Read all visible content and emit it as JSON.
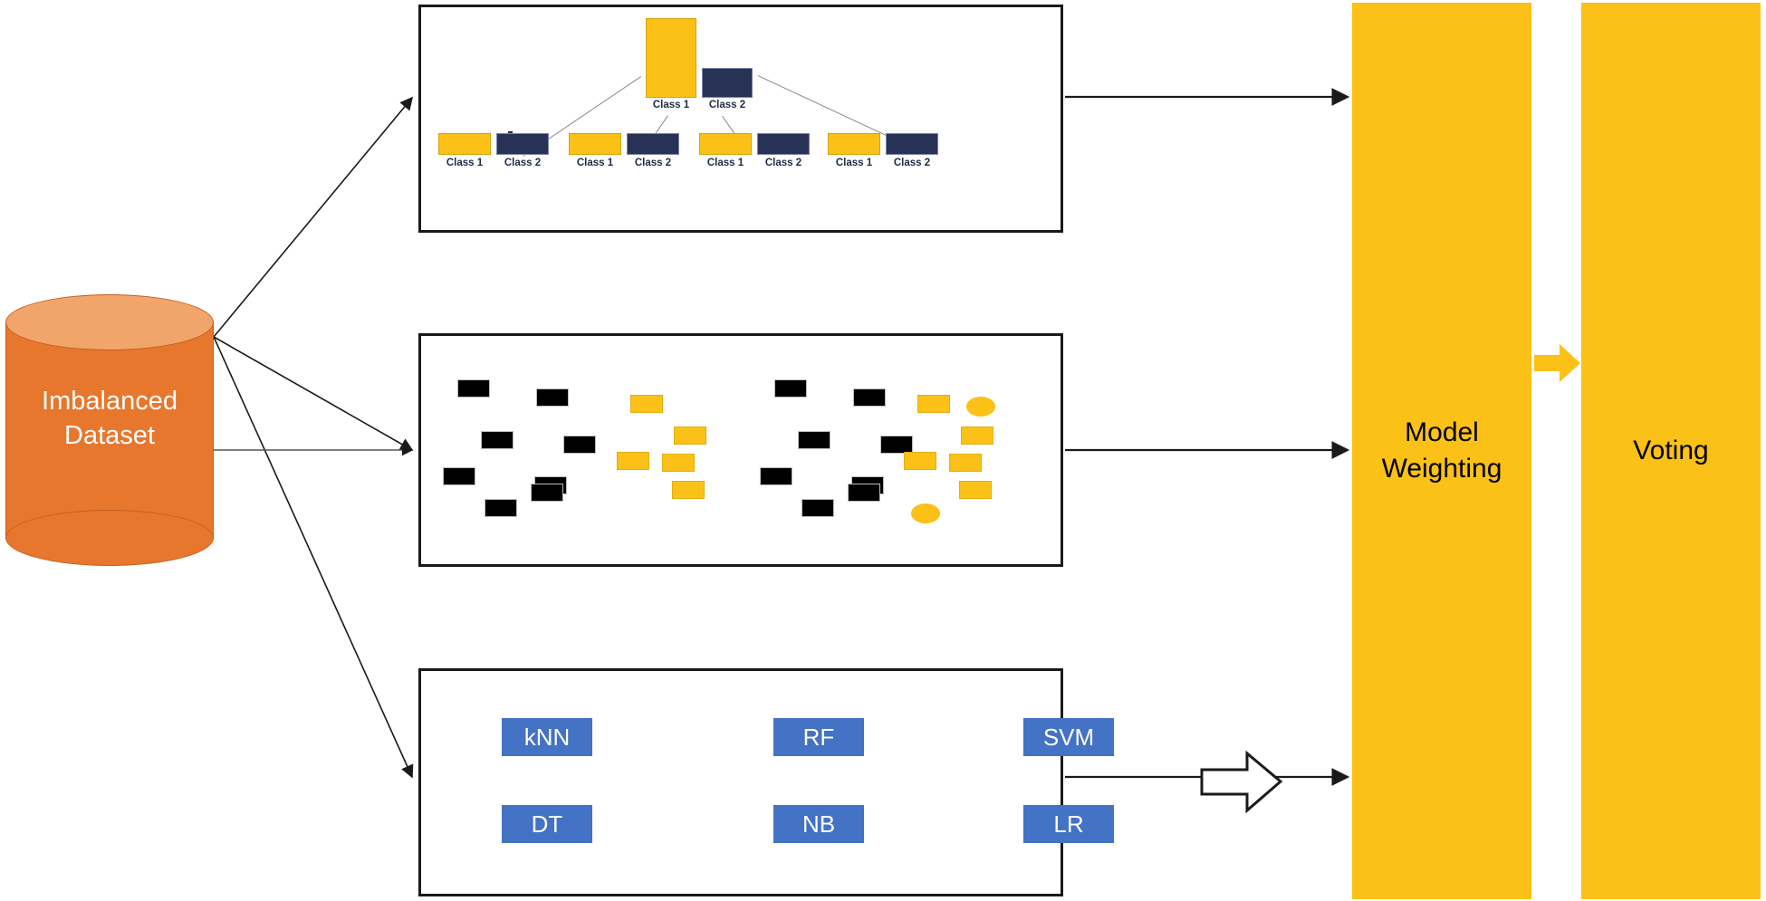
{
  "diagram": {
    "title": "Imbalanced data ensemble pipeline",
    "colors": {
      "class1": "#FBC117",
      "class2": "#283257",
      "majority_black": "#000000",
      "minority_gold": "#FBC117",
      "model_chip": "#4472C4",
      "cylinder_body": "#E8772E",
      "cylinder_top": "#F2A56A",
      "stage_block": "#FBC117",
      "panel_border": "#1a1a1a"
    }
  },
  "source": {
    "name": "imbalanced-dataset-cylinder",
    "line1": "Imbalanced",
    "line2": "Dataset"
  },
  "panels": {
    "sampling": {
      "name": "ensemble-sampling-panel",
      "parent_bars": [
        {
          "label": "Class 1",
          "class": "c1",
          "height_ratio": 1.0
        },
        {
          "label": "Class 2",
          "class": "c2",
          "height_ratio": 0.32
        }
      ],
      "child_groups": [
        {
          "bars": [
            {
              "label": "Class 1",
              "class": "c1"
            },
            {
              "label": "Class 2",
              "class": "c2"
            }
          ]
        },
        {
          "bars": [
            {
              "label": "Class 1",
              "class": "c1"
            },
            {
              "label": "Class 2",
              "class": "c2"
            }
          ]
        },
        {
          "bars": [
            {
              "label": "Class 1",
              "class": "c1"
            },
            {
              "label": "Class 2",
              "class": "c2"
            }
          ]
        },
        {
          "bars": [
            {
              "label": "Class 1",
              "class": "c1"
            },
            {
              "label": "Class 2",
              "class": "c2"
            }
          ]
        }
      ]
    },
    "resampling": {
      "name": "resampling-panel",
      "arrow_glyph": "right-block-arrow",
      "before": {
        "majority_count": 8,
        "minority_rect_count": 5,
        "minority_ellipse_count": 0
      },
      "after": {
        "majority_count": 8,
        "minority_rect_count": 5,
        "minority_ellipse_count": 2
      }
    },
    "models": {
      "name": "base-classifiers-panel",
      "chips": [
        {
          "label": "kNN"
        },
        {
          "label": "RF"
        },
        {
          "label": "SVM"
        },
        {
          "label": "DT"
        },
        {
          "label": "NB"
        },
        {
          "label": "LR"
        }
      ]
    }
  },
  "stages": {
    "weighting": {
      "name": "model-weighting-stage",
      "line1": "Model",
      "line2": "Weighting"
    },
    "voting": {
      "name": "voting-stage",
      "label": "Voting"
    }
  }
}
